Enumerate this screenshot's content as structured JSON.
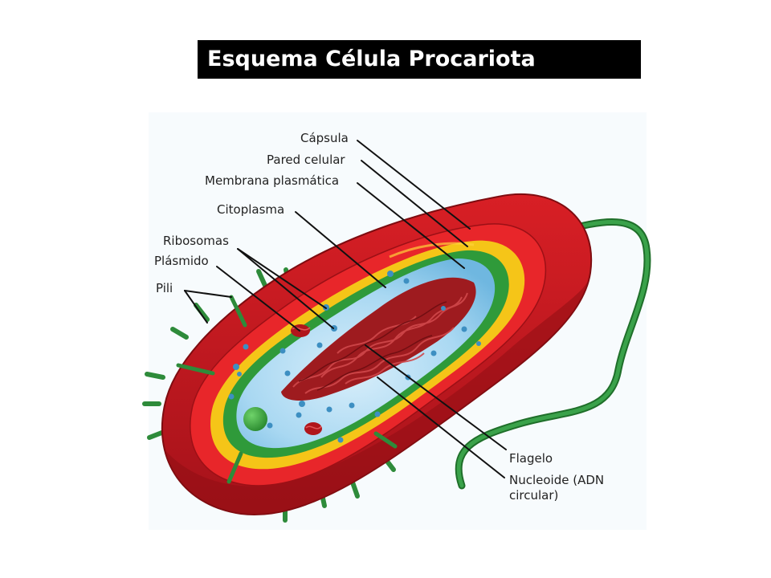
{
  "title": "Esquema Célula Procariota",
  "labels": {
    "capsula": "Cápsula",
    "pared": "Pared celular",
    "membrana": "Membrana plasmática",
    "citoplasma": "Citoplasma",
    "ribosomas": "Ribosomas",
    "plasmido": "Plásmido",
    "pili": "Pili",
    "flagelo": "Flagelo",
    "nucleoide_1": "Nucleoide (ADN",
    "nucleoide_2": "circular)"
  },
  "colors": {
    "capsule": "#c8161d",
    "capsule_dark": "#8f0f14",
    "wall": "#e8262a",
    "yellow": "#f5c518",
    "membrane": "#2f9a3a",
    "cytoplasm": "#9fd3f0",
    "flagellum": "#2e8b3a",
    "nucleoid": "#9e1b1f",
    "title_bg": "#000000",
    "title_text": "#ffffff"
  }
}
